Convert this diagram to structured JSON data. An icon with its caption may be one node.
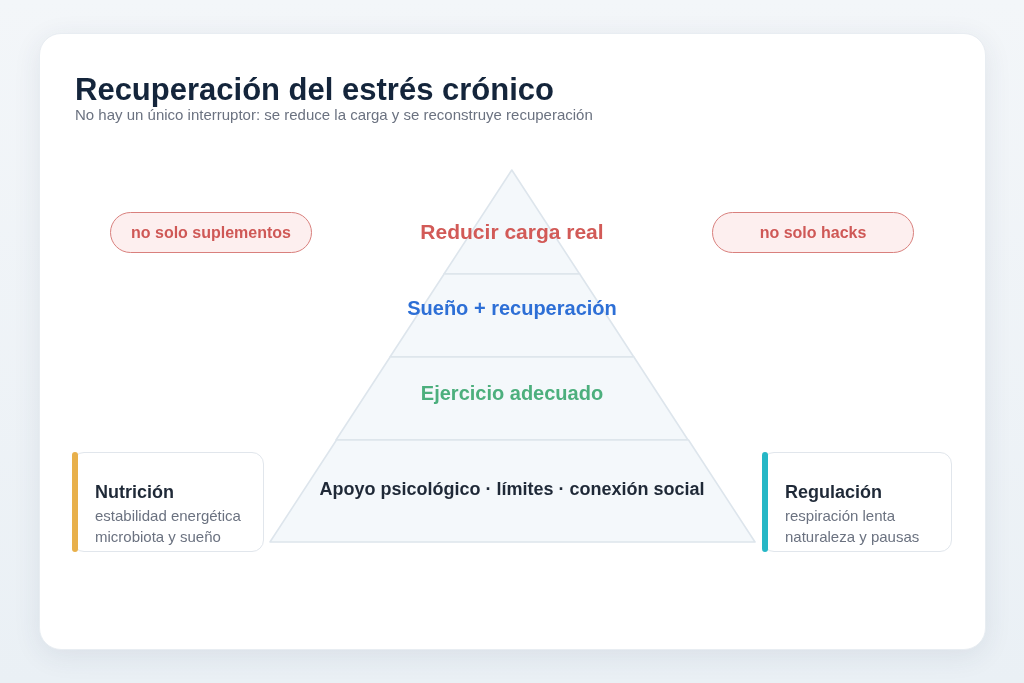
{
  "diagram": {
    "title": "Recuperación del estrés crónico",
    "nodes": [
      {
        "text": [
          "no solo suplementos"
        ]
      },
      {
        "text": [
          "Reducir carga real"
        ]
      },
      {
        "text": [
          "no solo hacks"
        ]
      },
      {
        "text": [
          "Sueño + recuperación"
        ]
      },
      {
        "text": [
          "Ejercicio adecuado"
        ]
      },
      {
        "text": [
          "Nutrición",
          "estabilidad energética",
          "microbiota y sueño"
        ]
      },
      {
        "text": [
          "Apoyo psicológico · límites · conexión social"
        ]
      },
      {
        "text": [
          "Regulación",
          "respiración lenta",
          "naturaleza y pausas"
        ]
      }
    ],
    "labels": [
      "No hay un único interruptor: se reduce la carga y se reconstruye recuperación"
    ]
  }
}
